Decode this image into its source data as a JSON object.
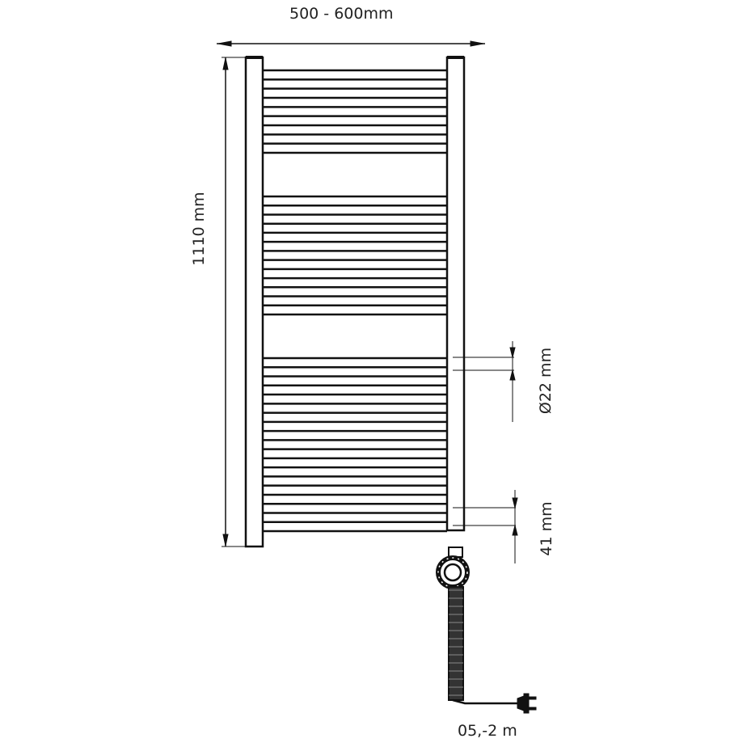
{
  "dimensions": {
    "width_label": "500 - 600mm",
    "height_label": "1110 mm",
    "pipe_diameter_label": "Ø22 mm",
    "bar_spacing_label": "41 mm",
    "cable_length_label": "05,-2 m"
  },
  "rail_groups": [
    10,
    14,
    20
  ],
  "colors": {
    "line": "#111111",
    "background": "#ffffff"
  }
}
